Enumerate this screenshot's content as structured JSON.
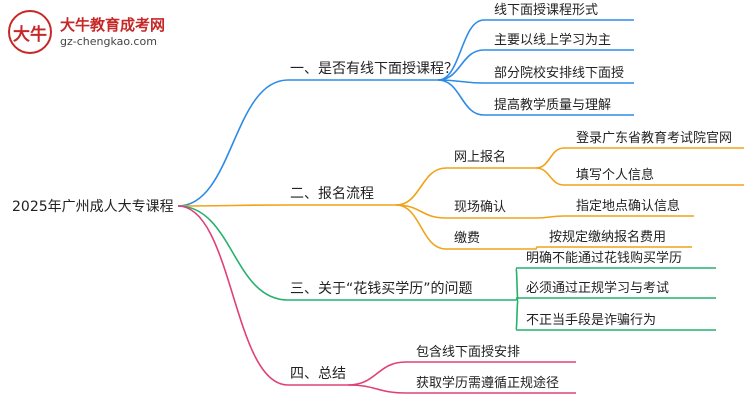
{
  "logo": {
    "badge": "大牛",
    "title": "大牛教育成考网",
    "url": "gz-chengkao.com"
  },
  "root": "2025年广州成人大专课程",
  "branches": [
    {
      "label": "一、是否有线下面授课程？",
      "color": "#2d8be6",
      "children": [
        "线下面授课程形式",
        "主要以线上学习为主",
        "部分院校安排线下面授",
        "提高教学质量与理解"
      ]
    },
    {
      "label": "二、报名流程",
      "color": "#f0a318",
      "sub": [
        {
          "label": "网上报名",
          "children": [
            "登录广东省教育考试院官网",
            "填写个人信息"
          ]
        },
        {
          "label": "现场确认",
          "children": [
            "指定地点确认信息"
          ]
        },
        {
          "label": "缴费",
          "children": [
            "按规定缴纳报名费用"
          ]
        }
      ]
    },
    {
      "label": "三、关于“花钱买学历”的问题",
      "color": "#27b06e",
      "children": [
        "明确不能通过花钱购买学历",
        "必须通过正规学习与考试",
        "不正当手段是诈骗行为"
      ]
    },
    {
      "label": "四、总结",
      "color": "#e0407a",
      "children": [
        "包含线下面授安排",
        "获取学历需遵循正规途径"
      ]
    }
  ]
}
